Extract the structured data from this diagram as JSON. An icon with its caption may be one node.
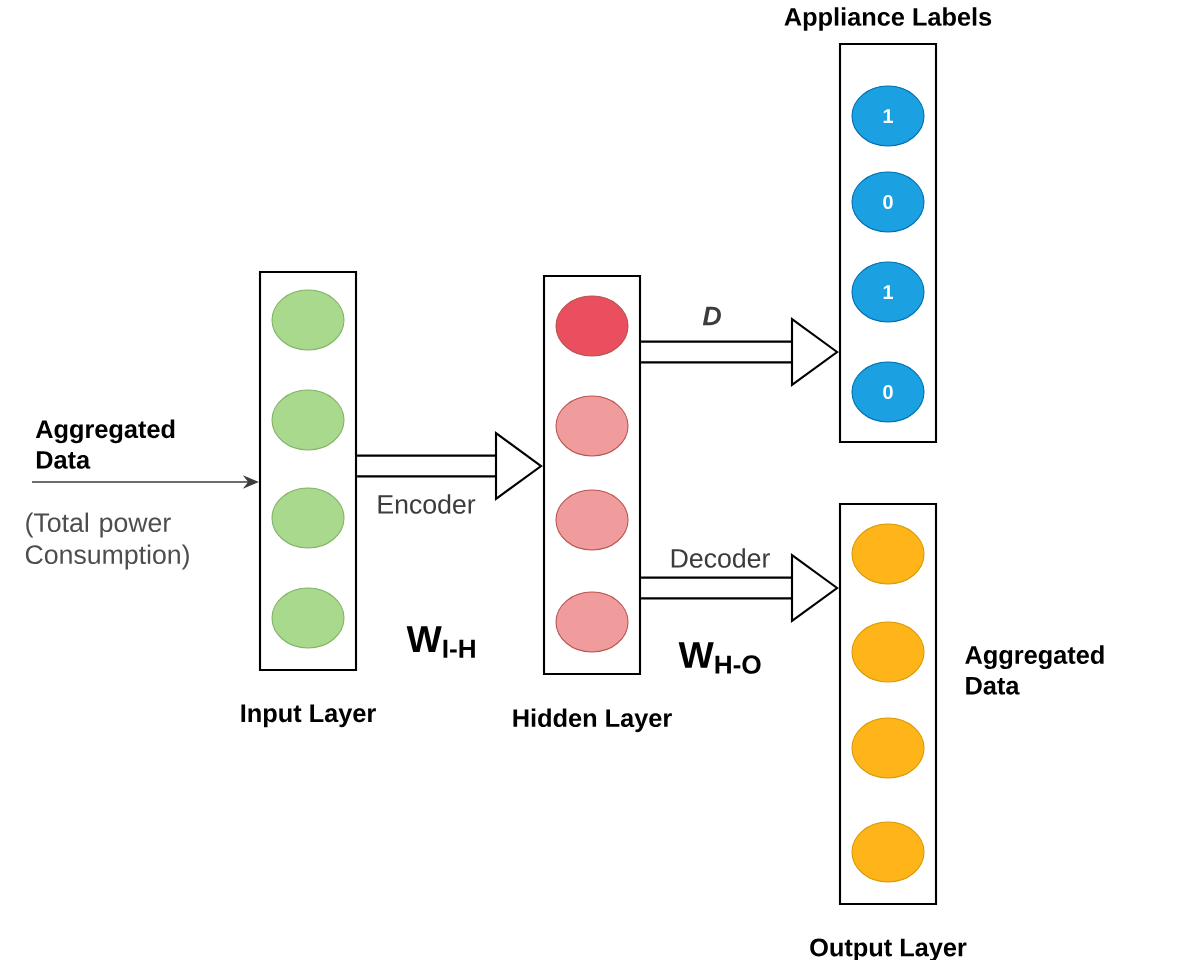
{
  "diagram": {
    "nodes": [
      {
        "text": [
          "Input Layer"
        ]
      },
      {
        "text": [],
        "shape": "circle",
        "in": 0
      },
      {
        "text": [],
        "shape": "circle",
        "in": 0
      },
      {
        "text": [],
        "shape": "circle",
        "in": 0
      },
      {
        "text": [],
        "shape": "circle",
        "in": 0
      },
      {
        "text": [
          "Hidden Layer"
        ]
      },
      {
        "text": [],
        "shape": "circle",
        "in": 5
      },
      {
        "text": [],
        "shape": "circle",
        "in": 5
      },
      {
        "text": [],
        "shape": "circle",
        "in": 5
      },
      {
        "text": [],
        "shape": "circle",
        "in": 5
      },
      {
        "text": [
          "Appliance Labels"
        ]
      },
      {
        "text": [
          "1"
        ],
        "in": 10
      },
      {
        "text": [
          "0"
        ],
        "in": 10
      },
      {
        "text": [
          "1"
        ],
        "in": 10
      },
      {
        "text": [
          "0"
        ],
        "in": 10
      },
      {
        "text": [
          "Output Layer"
        ]
      },
      {
        "text": [],
        "shape": "circle",
        "in": 15
      },
      {
        "text": [],
        "shape": "circle",
        "in": 15
      },
      {
        "text": [],
        "shape": "circle",
        "in": 15
      },
      {
        "text": [],
        "shape": "circle",
        "in": 15
      },
      {
        "text": [
          "Aggregated Data"
        ],
        "beside": [
          "(Total power Consumption)"
        ]
      }
    ],
    "edges": [
      {
        "from": 20,
        "to": 0,
        "arrow": "to"
      },
      {
        "from": 0,
        "to": 5,
        "arrow": "to",
        "label": "Encoder"
      },
      {
        "from": 5,
        "to": 10,
        "arrow": "to",
        "label": "D"
      },
      {
        "from": 5,
        "to": 15,
        "arrow": "to",
        "label": "Decoder"
      }
    ],
    "labels": [
      "W$_{I-H}$",
      "W$_{H-O}$",
      "Aggregated Data"
    ]
  }
}
